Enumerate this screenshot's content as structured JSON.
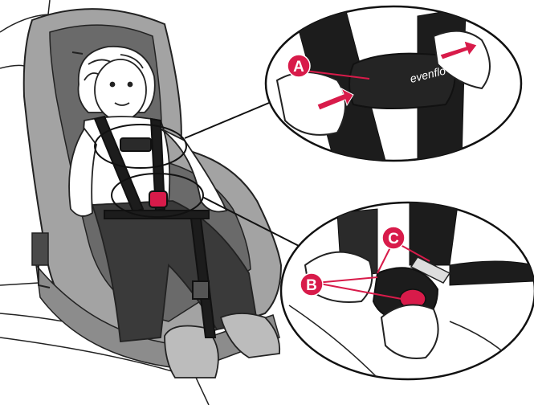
{
  "brand": "evenflo",
  "callouts": {
    "a": "A",
    "b": "B",
    "c": "C"
  },
  "colors": {
    "accent": "#d81b4a",
    "seat_outer": "#9a9a9a",
    "seat_inner": "#5e5e5e",
    "harness": "#1c1c1c",
    "clothing_dark": "#3a3a3a",
    "skin": "#ffffff"
  },
  "icons": {
    "release_arrow": "arrow-icon",
    "chest_clip": "chest-clip-icon",
    "buckle": "buckle-icon"
  }
}
